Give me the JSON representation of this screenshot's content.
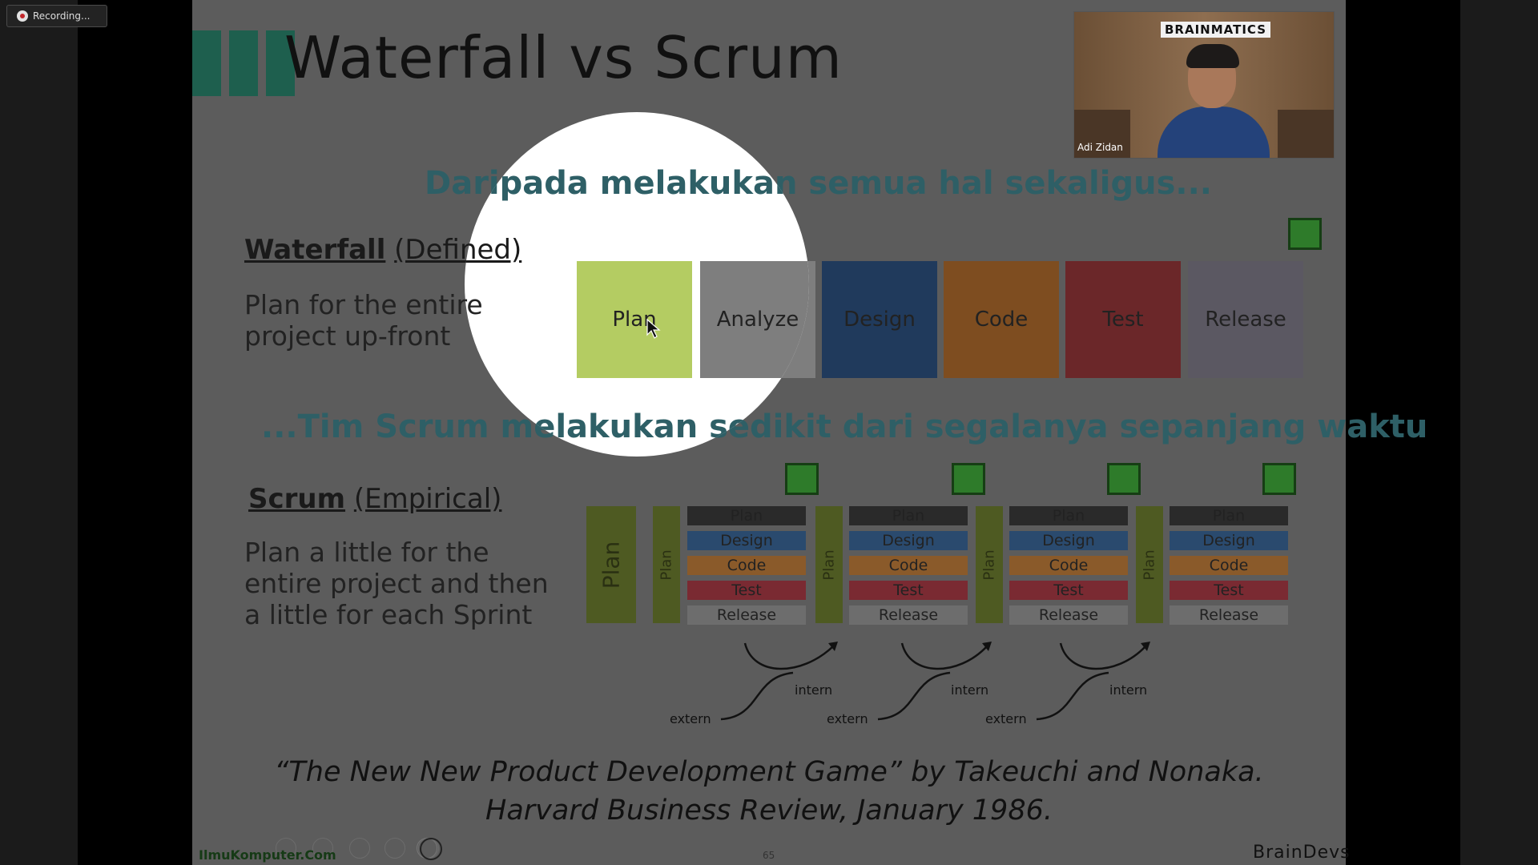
{
  "recording": {
    "label": "Recording..."
  },
  "slide": {
    "title": "Waterfall vs Scrum",
    "tagline_top": "Daripada melakukan semua hal sekaligus...",
    "tagline_mid": "...Tim Scrum melakukan sedikit dari segalanya sepanjang waktu",
    "waterfall": {
      "label_bold": "Waterfall",
      "label_paren": "(Defined)",
      "desc_line1": "Plan for the entire",
      "desc_line2": "project up-front",
      "boxes": [
        {
          "label": "Plan",
          "color": "#b4cc62"
        },
        {
          "label": "Analyze",
          "color": "#7e7e7e"
        },
        {
          "label": "Design",
          "color": "#203a5c"
        },
        {
          "label": "Code",
          "color": "#7e4d20"
        },
        {
          "label": "Test",
          "color": "#6b2729"
        },
        {
          "label": "Release",
          "color": "#5b5862"
        }
      ]
    },
    "scrum": {
      "label_bold": "Scrum",
      "label_paren": "(Empirical)",
      "desc_line1": "Plan a little for the",
      "desc_line2": "entire project and then",
      "desc_line3": "a little for each Sprint",
      "big_plan": "Plan",
      "sprint_plan": "Plan",
      "rows": [
        {
          "label": "Plan",
          "color": "#2a2a2a"
        },
        {
          "label": "Design",
          "color": "#2a4a6e"
        },
        {
          "label": "Code",
          "color": "#8a5a2a"
        },
        {
          "label": "Test",
          "color": "#7a2a32"
        },
        {
          "label": "Release",
          "color": "#6d6d6d"
        }
      ],
      "intern": "intern",
      "extern": "extern"
    },
    "quote_line1": "“The New New Product Development Game” by Takeuchi and Nonaka.",
    "quote_line2": "Harvard Business Review, January 1986.",
    "footer_left": "IlmuKomputer.Com",
    "page_number": "65",
    "footer_right": "BrainDevs"
  },
  "camera": {
    "participant_name": "Adi Zidan",
    "brand": "BRAINMATICS"
  }
}
